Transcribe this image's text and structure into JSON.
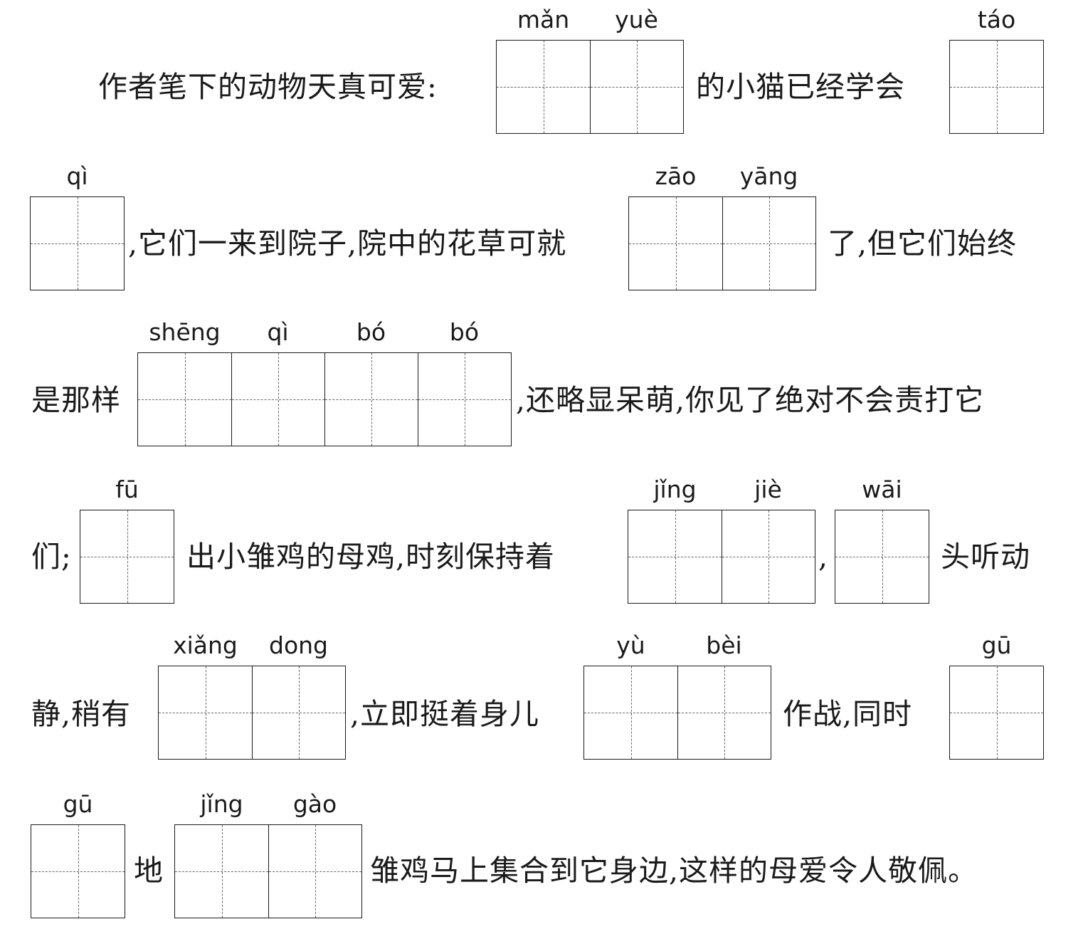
{
  "text_segments": [
    "作者笔下的动物天真可爱:",
    "的小猫已经学会",
    ",它们一来到院子,院中的花草可就",
    "了,但它们始终",
    "是那样",
    ",还略显呆萌,你见了绝对不会责打它",
    "们;",
    "出小雏鸡的母鸡,时刻保持着",
    ",",
    "头听动",
    "静,稍有",
    ",立即挺着身儿",
    "作战,同时",
    "地",
    "雏鸡马上集合到它身边,这样的母爱令人敬佩。"
  ],
  "pinyin": [
    "mǎn",
    "yuè",
    "táo",
    "qì",
    "zāo",
    "yāng",
    "shēng",
    "qì",
    "bó",
    "bó",
    "fū",
    "jǐng",
    "jiè",
    "wāi",
    "xiǎng",
    "dong",
    "yù",
    "bèi",
    "gū",
    "gū",
    "jǐng",
    "gào"
  ]
}
